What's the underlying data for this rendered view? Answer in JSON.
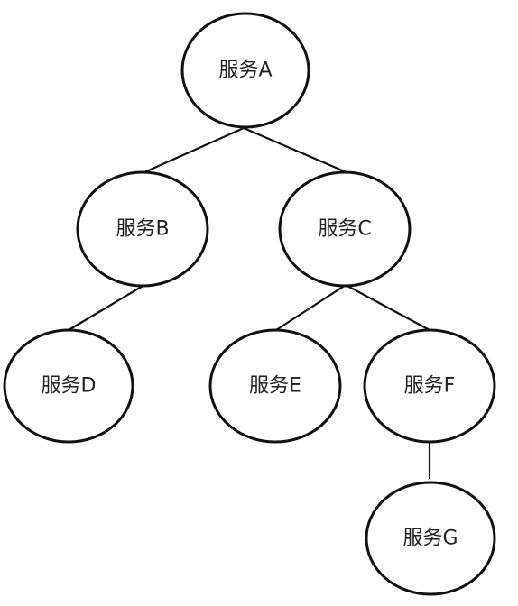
{
  "diagram": {
    "nodes": {
      "a": "服务A",
      "b": "服务B",
      "c": "服务C",
      "d": "服务D",
      "e": "服务E",
      "f": "服务F",
      "g": "服务G"
    },
    "edges": [
      {
        "from": "服务A",
        "to": "服务B"
      },
      {
        "from": "服务A",
        "to": "服务C"
      },
      {
        "from": "服务B",
        "to": "服务D"
      },
      {
        "from": "服务C",
        "to": "服务E"
      },
      {
        "from": "服务C",
        "to": "服务F"
      },
      {
        "from": "服务F",
        "to": "服务G"
      }
    ]
  }
}
